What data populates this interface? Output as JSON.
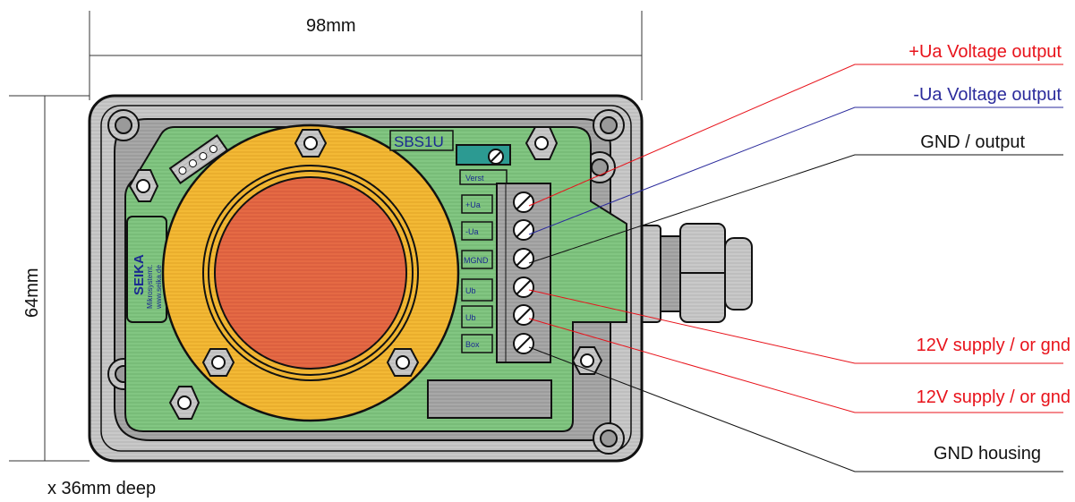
{
  "dimensions": {
    "width": "98mm",
    "height": "64mm",
    "depth": "x 36mm deep"
  },
  "board": {
    "model": "SBS1U",
    "trim_label": "Verst",
    "brand": "SEIKA",
    "brand_line1": "Mikrosystemt.",
    "brand_line2": "www.seika.de"
  },
  "terminal_labels": [
    "+Ua",
    "-Ua",
    "MGND",
    "Ub",
    "Ub",
    "Box"
  ],
  "callouts": [
    {
      "text": "+Ua Voltage output",
      "color": "#e8131b"
    },
    {
      "text": "-Ua Voltage output",
      "color": "#2b2b9c"
    },
    {
      "text": "GND / output",
      "color": "#111111"
    },
    {
      "text": "12V supply / or gnd",
      "color": "#e8131b"
    },
    {
      "text": "12V supply / or gnd",
      "color": "#e8131b"
    },
    {
      "text": "GND housing",
      "color": "#111111"
    }
  ],
  "colors": {
    "housing": "#c8c8c8",
    "pcb": "#7ec27e",
    "ring": "#f2b431",
    "sensor": "#e0653f",
    "terminal_block": "#9a9a9a",
    "trimmer": "#2c9a92"
  }
}
